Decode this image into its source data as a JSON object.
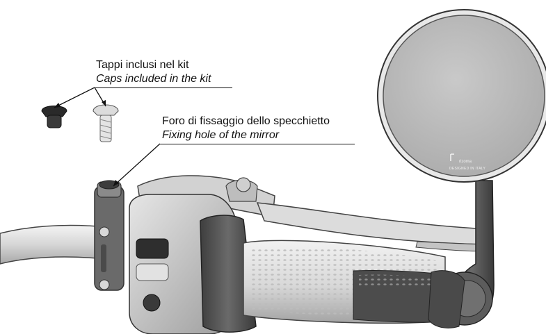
{
  "callouts": {
    "caps": {
      "italian": "Tappi inclusi nel kit",
      "english": "Caps included in the kit"
    },
    "fixing_hole": {
      "italian": "Foro di fissaggio dello specchietto",
      "english": "Fixing hole of the mirror"
    }
  },
  "mirror": {
    "brand": "rizoma",
    "made_in": "DESIGNED IN ITALY"
  },
  "colors": {
    "mirror_glass": "#bdbdbd",
    "dark_metal": "#5a5a5a",
    "light_metal": "#d4d4d4",
    "line": "#111111"
  }
}
